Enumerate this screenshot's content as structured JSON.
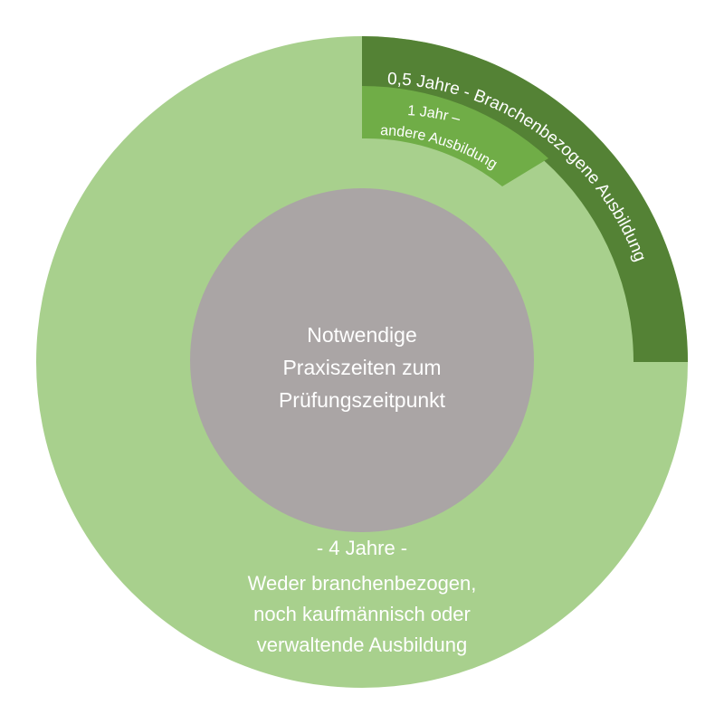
{
  "colors": {
    "outer_ring": "#a8d08d",
    "segment_half_year": "#548235",
    "segment_one_year": "#70ad47",
    "center_circle": "#aaa5a5",
    "text": "#ffffff"
  },
  "center": {
    "lines": [
      "Notwendige",
      "Praxiszeiten zum",
      "Prüfungszeitpunkt"
    ]
  },
  "segments": {
    "half_year": {
      "label": "0,5 Jahre - Branchenbezogene Ausbildung"
    },
    "one_year": {
      "label_line1": "1 Jahr –",
      "label_line2": "andere Ausbildung"
    },
    "four_years": {
      "subtitle": "- 4 Jahre -",
      "lines": [
        "Weder branchenbezogen,",
        "noch kaufmännisch oder",
        "verwaltende Ausbildung"
      ]
    }
  }
}
